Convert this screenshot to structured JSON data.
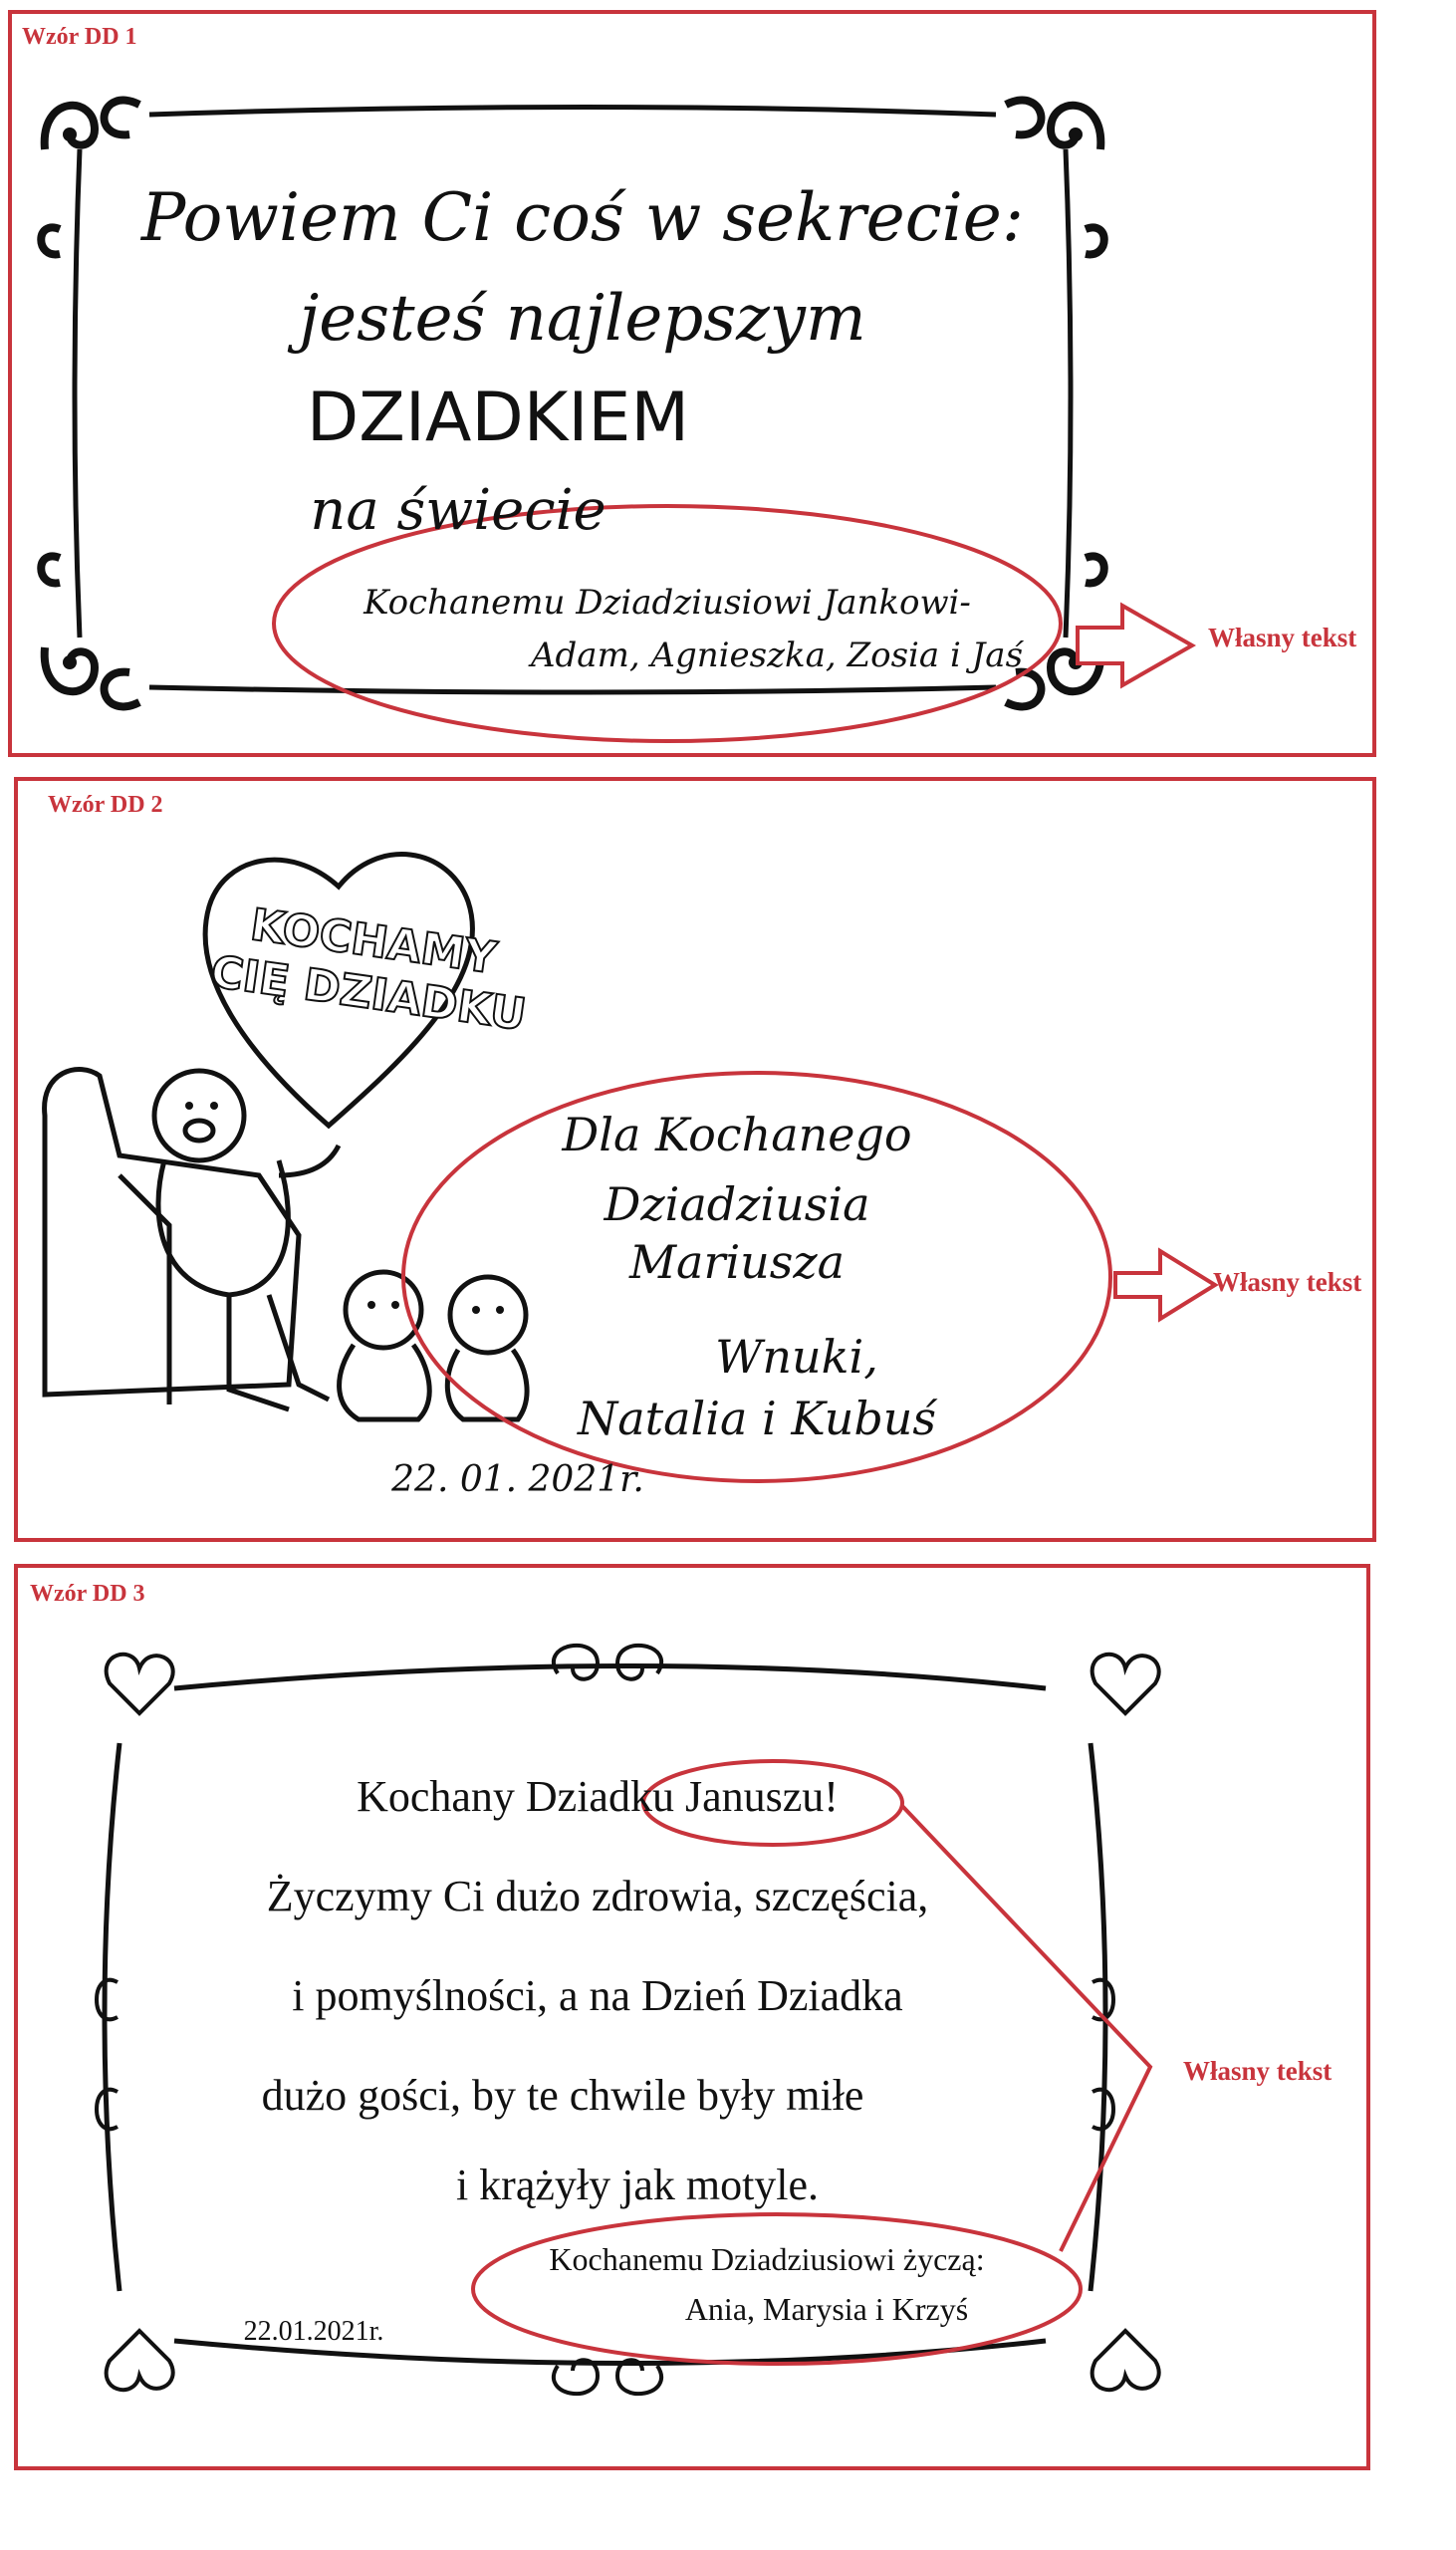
{
  "colors": {
    "accent": "#c8343c",
    "ink": "#111111"
  },
  "custom_text_label": "Własny tekst",
  "panels": [
    {
      "label": "Wzór DD 1",
      "lines": [
        "Powiem Ci coś w sekrecie:",
        "jesteś najlepszym",
        "DZIADKIEM",
        "na świecie"
      ],
      "custom": [
        "Kochanemu Dziadziusiowi Jankowi-",
        "Adam, Agnieszka, Zosia i Jaś"
      ]
    },
    {
      "label": "Wzór DD 2",
      "badge": [
        "KOCHAMY",
        "CIĘ DZIADKU"
      ],
      "custom": [
        "Dla Kochanego",
        "Dziadziusia",
        "Mariusza",
        "Wnuki,",
        "Natalia i Kubuś"
      ],
      "date": "22. 01. 2021r."
    },
    {
      "label": "Wzór DD 3",
      "lines": [
        "Kochany Dziadku Januszu!",
        "Życzymy Ci dużo zdrowia, szczęścia,",
        "i pomyślności, a na Dzień Dziadka",
        "dużo gości, by te chwile były miłe",
        "i krążyły jak motyle."
      ],
      "custom": [
        "Kochanemu Dziadziusiowi życzą:",
        "Ania, Marysia i Krzyś"
      ],
      "date": "22.01.2021r."
    }
  ]
}
